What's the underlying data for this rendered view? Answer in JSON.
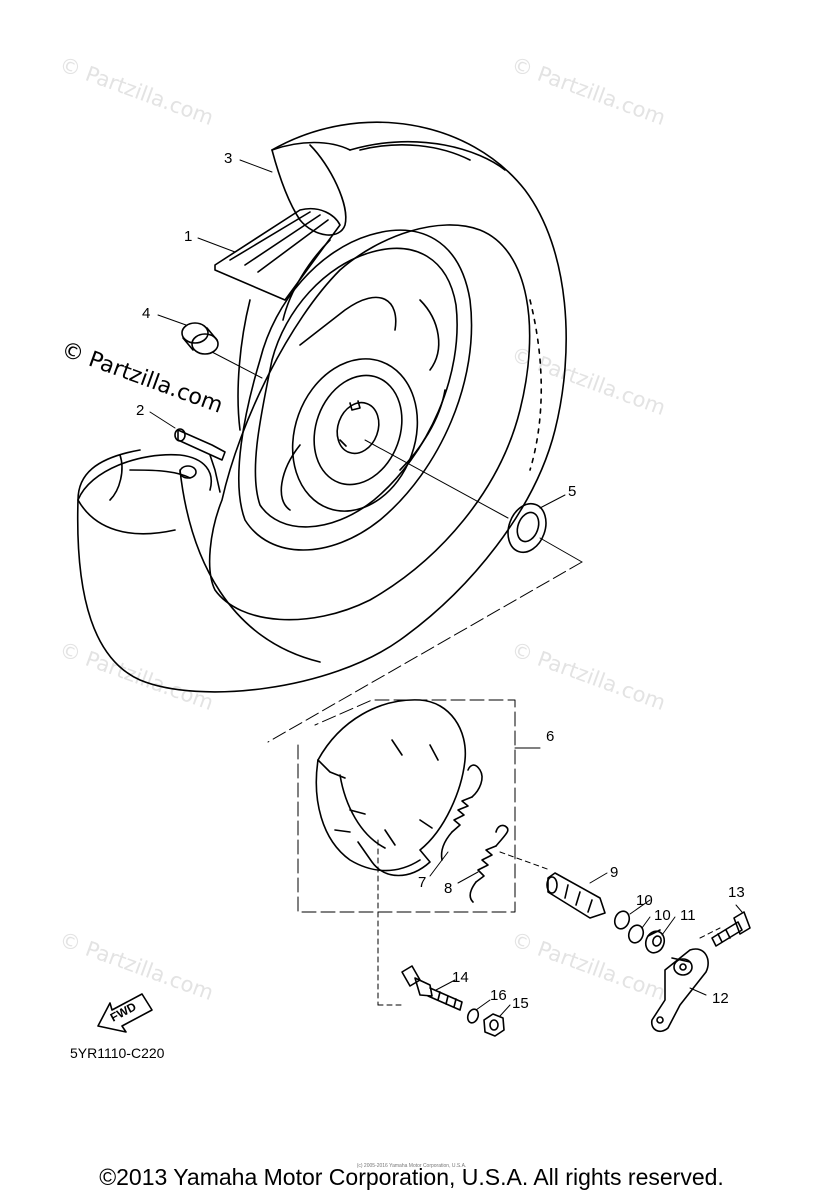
{
  "diagram": {
    "callouts": [
      {
        "id": "1",
        "label": "1"
      },
      {
        "id": "2",
        "label": "2"
      },
      {
        "id": "3",
        "label": "3"
      },
      {
        "id": "4",
        "label": "4"
      },
      {
        "id": "5",
        "label": "5"
      },
      {
        "id": "6",
        "label": "6"
      },
      {
        "id": "7",
        "label": "7"
      },
      {
        "id": "8",
        "label": "8"
      },
      {
        "id": "9",
        "label": "9"
      },
      {
        "id": "10a",
        "label": "10"
      },
      {
        "id": "10b",
        "label": "10"
      },
      {
        "id": "11",
        "label": "11"
      },
      {
        "id": "12",
        "label": "12"
      },
      {
        "id": "13",
        "label": "13"
      },
      {
        "id": "14",
        "label": "14"
      },
      {
        "id": "15",
        "label": "15"
      },
      {
        "id": "16",
        "label": "16"
      }
    ],
    "fwd_label": "FWD",
    "part_code": "5YR1110-C220"
  },
  "watermark": {
    "text": "© Partzilla.com",
    "prominent_text": "© Partzilla.com"
  },
  "footer": {
    "copyright": "©2013 Yamaha Motor Corporation, U.S.A. All rights reserved.",
    "small_print": "(c) 2005-2016 Yamaha Motor Corporation, U.S.A."
  }
}
